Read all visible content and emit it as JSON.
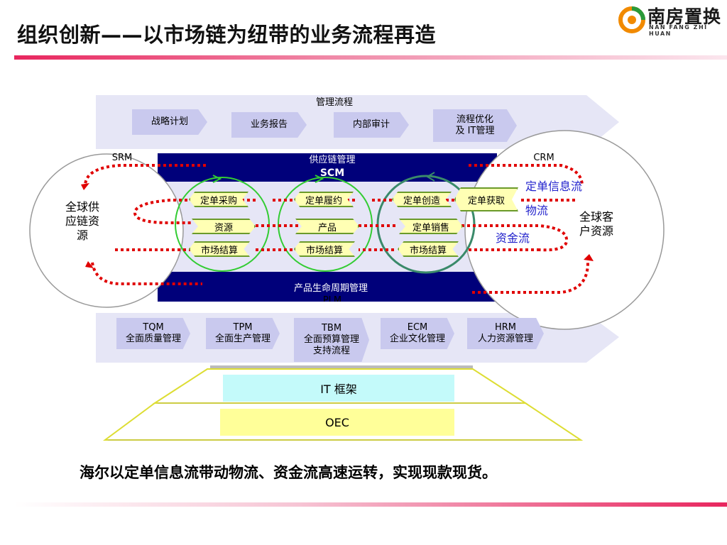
{
  "slide": {
    "title": "组织创新——以市场链为纽带的业务流程再造",
    "caption": "海尔以定单信息流带动物流、资金流高速运转，实现现款现货。"
  },
  "logo": {
    "name": "南房置换",
    "sub": "NAN FANG ZHI HUAN"
  },
  "management": {
    "label": "管理流程",
    "steps": [
      "战略计划",
      "业务报告",
      "内部审计",
      "流程优化\n及 IT管理"
    ]
  },
  "scm": {
    "label": "供应链管理",
    "abbr": "SCM"
  },
  "plm": {
    "label": "产品生命周期管理",
    "abbr": "PLM"
  },
  "srm": {
    "tag": "SRM",
    "label": "全球供\n应链资\n源"
  },
  "crm": {
    "tag": "CRM",
    "label": "全球客\n户资源"
  },
  "flows": {
    "order_info": "定单信息流",
    "logistics": "物流",
    "capital": "资金流"
  },
  "nodes": {
    "procure": "定单采购",
    "fulfill": "定单履约",
    "create": "定单创造",
    "acquire": "定单获取",
    "resource": "资源",
    "product": "产品",
    "sales": "定单销售",
    "settle1": "市场结算",
    "settle2": "市场结算",
    "settle3": "市场结算"
  },
  "support": {
    "items": [
      {
        "abbr": "TQM",
        "label": "全面质量管理"
      },
      {
        "abbr": "TPM",
        "label": "全面生产管理"
      },
      {
        "abbr": "TBM",
        "label": "全面预算管理\n支持流程"
      },
      {
        "abbr": "ECM",
        "label": "企业文化管理"
      },
      {
        "abbr": "HRM",
        "label": "人力资源管理"
      }
    ]
  },
  "base": {
    "it": "IT 框架",
    "oec": "OEC"
  },
  "colors": {
    "navy": "#00007a",
    "lavender": "#e6e6f6",
    "chevron": "#c9c9ee",
    "node_fill": "#ffffb4",
    "node_stroke": "#6a9a2a",
    "circle_green": "#33cc33",
    "circle_teal": "#3a8a6a",
    "red_dotted": "#e00000",
    "flow_blue": "#2222cc",
    "it_cyan": "#c4fafa",
    "oec_yellow": "#ffff99",
    "trapezoid": "#dddd33"
  }
}
